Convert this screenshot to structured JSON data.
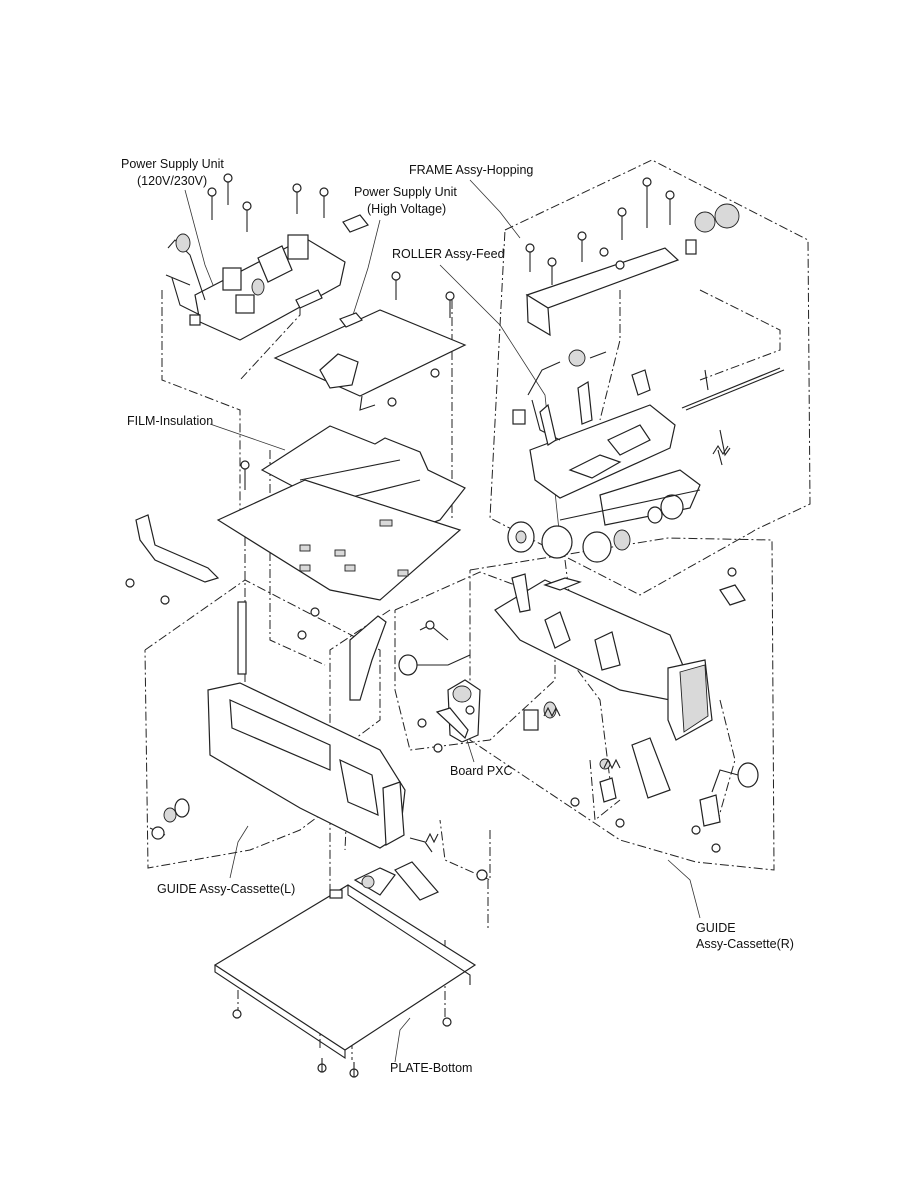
{
  "labels": {
    "psu_main_line1": "Power Supply Unit",
    "psu_main_line2": "(120V/230V)",
    "psu_hv_line1": "Power Supply Unit",
    "psu_hv_line2": "(High Voltage)",
    "frame_hopping": "FRAME Assy-Hopping",
    "roller_feed": "ROLLER Assy-Feed",
    "film_insulation": "FILM-Insulation",
    "board_pxc": "Board PXC",
    "guide_cassette_l": "GUIDE Assy-Cassette(L)",
    "guide_cassette_r_line1": "GUIDE",
    "guide_cassette_r_line2": "Assy-Cassette(R)",
    "plate_bottom": "PLATE-Bottom"
  },
  "colors": {
    "line": "#222222",
    "text": "#111111",
    "background": "#ffffff",
    "accent_blue": "#2b3f9e"
  }
}
